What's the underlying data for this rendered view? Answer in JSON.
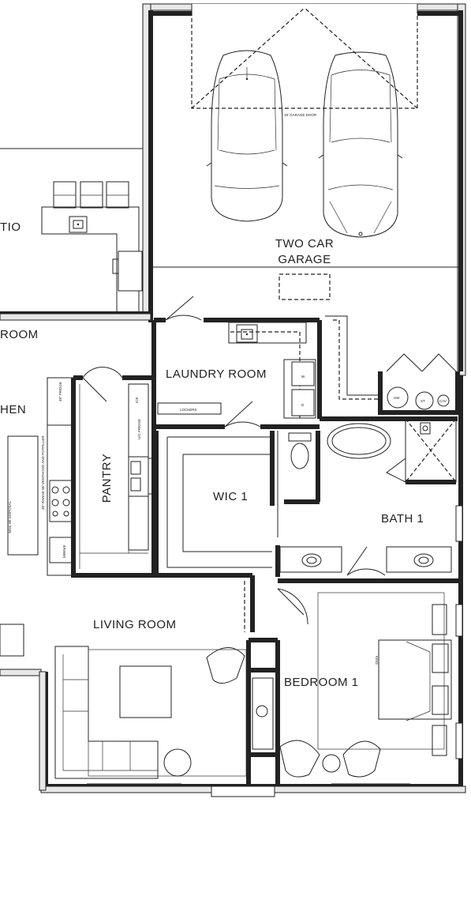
{
  "rooms": {
    "garage_line1": "TWO CAR",
    "garage_line2": "GARAGE",
    "laundry": "LAUNDRY ROOM",
    "pantry": "PANTRY",
    "wic": "WIC 1",
    "bath": "BATH 1",
    "living": "LIVING ROOM",
    "bedroom": "BEDROOM 1",
    "patio_partial": "TIO",
    "dining_partial": "ROOM",
    "kitchen_partial": "HEN"
  },
  "annotations": {
    "garage_door": "18' GARAGE DOOR",
    "lockers": "LOCKERS",
    "fridge_48": "48\" FRIDGE",
    "ice": "ICE",
    "uc_fridge": "U/C FRIDGE",
    "mwave": "MWAVE",
    "range": "36\" RANGE W/ VENTHOOD AND POTFILLER",
    "sink_disposal": "SINK W/ DISPOSAL",
    "washer": "W",
    "dryer": "D",
    "water_heater": "HW",
    "storage_tank": "ST",
    "cav": "CAV",
    "king": "KING"
  }
}
